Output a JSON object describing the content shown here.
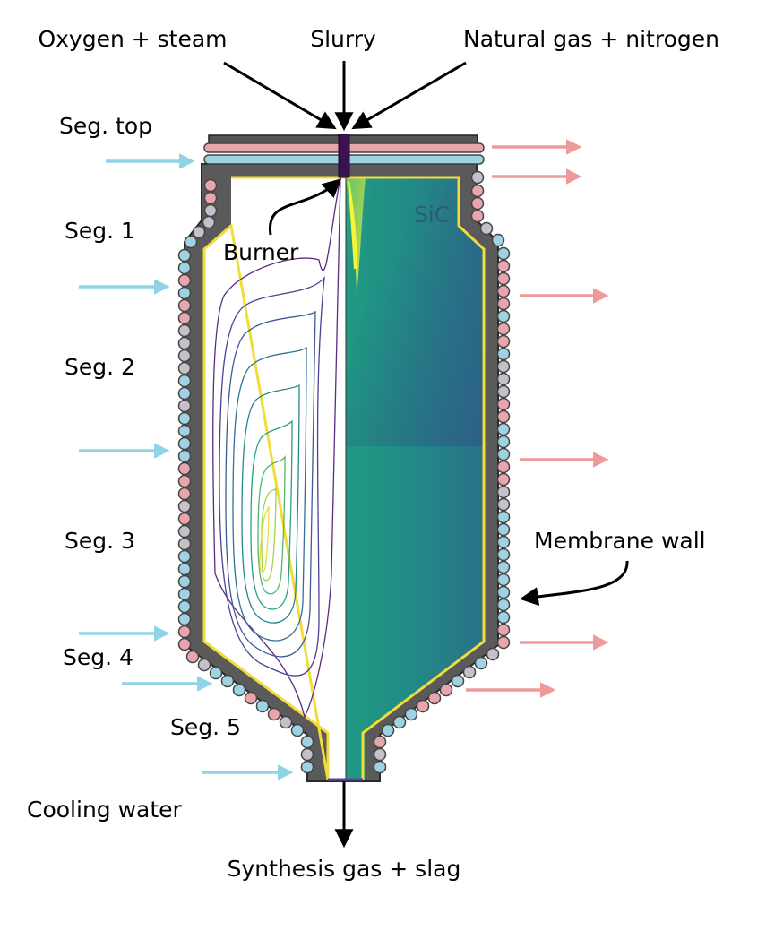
{
  "labels": {
    "oxygen_steam": "Oxygen + steam",
    "slurry": "Slurry",
    "natural_gas": "Natural gas + nitrogen",
    "seg_top": "Seg. top",
    "seg1": "Seg. 1",
    "seg2": "Seg. 2",
    "seg3": "Seg. 3",
    "seg4": "Seg. 4",
    "seg5": "Seg. 5",
    "burner": "Burner",
    "sic": "SiC",
    "membrane_wall": "Membrane wall",
    "cooling_water": "Cooling water",
    "outlet": "Synthesis gas + slag"
  },
  "colors": {
    "wall": "#5a5a5a",
    "liner": "#f2dc3a",
    "inlet_arrow": "#8fd3e6",
    "outlet_arrow": "#ee9a9a",
    "tube_cold": "#9fd3e3",
    "tube_hot": "#e9a5ad",
    "tube_mid": "#c6c0ca",
    "burner": "#3a124f",
    "field_base": "#1f8a86",
    "field_dark": "#2c5a84",
    "field_hot": "#dff03a"
  }
}
